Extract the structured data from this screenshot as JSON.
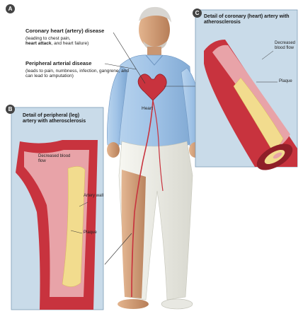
{
  "badges": {
    "a": "A",
    "b": "B",
    "c": "C"
  },
  "coronary": {
    "title": "Coronary heart (artery) disease",
    "line1": "(leading to chest pain,",
    "line2_bold": "heart attack",
    "line2_rest": ", and heart failure)"
  },
  "peripheral": {
    "title": "Peripheral arterial disease",
    "body": "(leads to pain, numbness, infection, gangrene, and can lead to amputation)"
  },
  "heart_label": "Heart",
  "panel_c": {
    "title": "Detail of coronary (heart) artery with atherosclerosis",
    "decreased": "Decreased blood flow",
    "plaque": "Plaque"
  },
  "panel_b": {
    "title": "Detail of peripheral (leg) artery with atherosclerosis",
    "decreased": "Decreased blood flow",
    "artery_wall": "Artery wall",
    "plaque": "Plaque"
  },
  "colors": {
    "panel_bg": "#c9dbe9",
    "artery_red": "#c8333e",
    "artery_pink": "#e8a3a8",
    "plaque_yellow": "#f2dc8e",
    "shirt_blue": "#9fc2e6",
    "pants_white": "#efefe9"
  }
}
